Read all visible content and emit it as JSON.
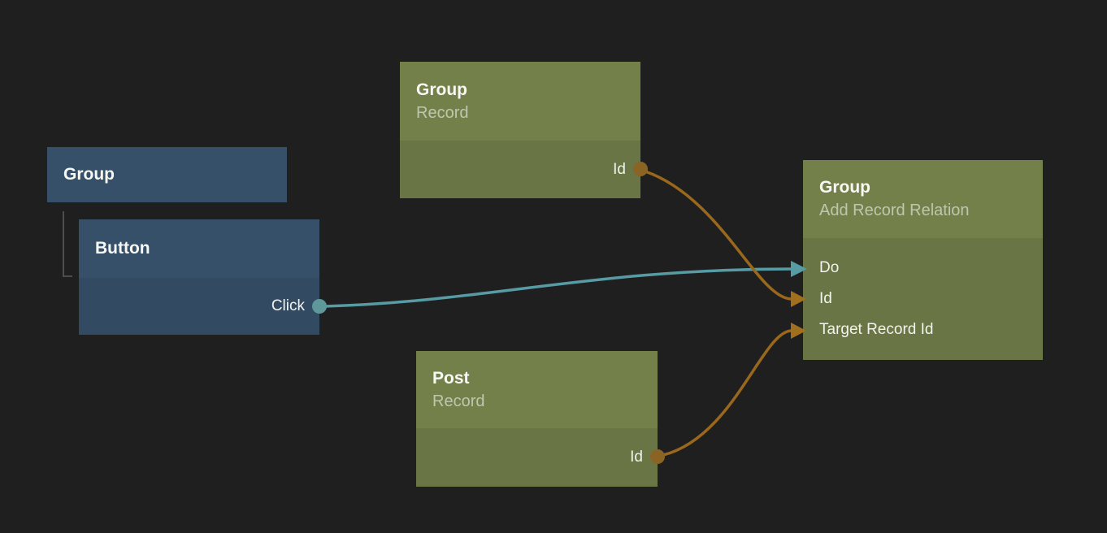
{
  "app": {
    "kind": "visual-node-editor-canvas",
    "background": "#1f1f1f"
  },
  "palette": {
    "node_blue_header": "#36506a",
    "node_blue_body": "#324a62",
    "node_green_header": "#74804a",
    "node_green_body": "#697544",
    "title_color": "#f7f8f4",
    "signal_wire_color": "#579ba4",
    "signal_port_color": "#5f989b",
    "data_wire_color": "#9a681c",
    "data_port_color": "#8a6425",
    "data_arrow_color": "#a1701f",
    "hierarchy_line_color": "#4d4d4d"
  },
  "nodes": [
    {
      "id": "group-visual",
      "title": "Group"
    },
    {
      "id": "button",
      "title": "Button",
      "outputs": [
        {
          "label": "Click",
          "type": "signal"
        }
      ]
    },
    {
      "id": "group-record",
      "title": "Group",
      "subtitle": "Record",
      "outputs": [
        {
          "label": "Id",
          "type": "data"
        }
      ]
    },
    {
      "id": "add-record-relation",
      "title": "Group",
      "subtitle": "Add Record Relation",
      "inputs": [
        {
          "label": "Do",
          "type": "signal"
        },
        {
          "label": "Id",
          "type": "data"
        },
        {
          "label": "Target Record Id",
          "type": "data"
        }
      ]
    },
    {
      "id": "post-record",
      "title": "Post",
      "subtitle": "Record",
      "outputs": [
        {
          "label": "Id",
          "type": "data"
        }
      ]
    }
  ],
  "edges": [
    {
      "from": "button.Click",
      "to": "add-record-relation.Do",
      "kind": "signal",
      "color": "#579ba4"
    },
    {
      "from": "group-record.Id",
      "to": "add-record-relation.Id",
      "kind": "data",
      "color": "#9a681c"
    },
    {
      "from": "post-record.Id",
      "to": "add-record-relation.Target Record Id",
      "kind": "data",
      "color": "#9a681c"
    }
  ],
  "hierarchy": {
    "parent": "group-visual",
    "child": "button"
  }
}
